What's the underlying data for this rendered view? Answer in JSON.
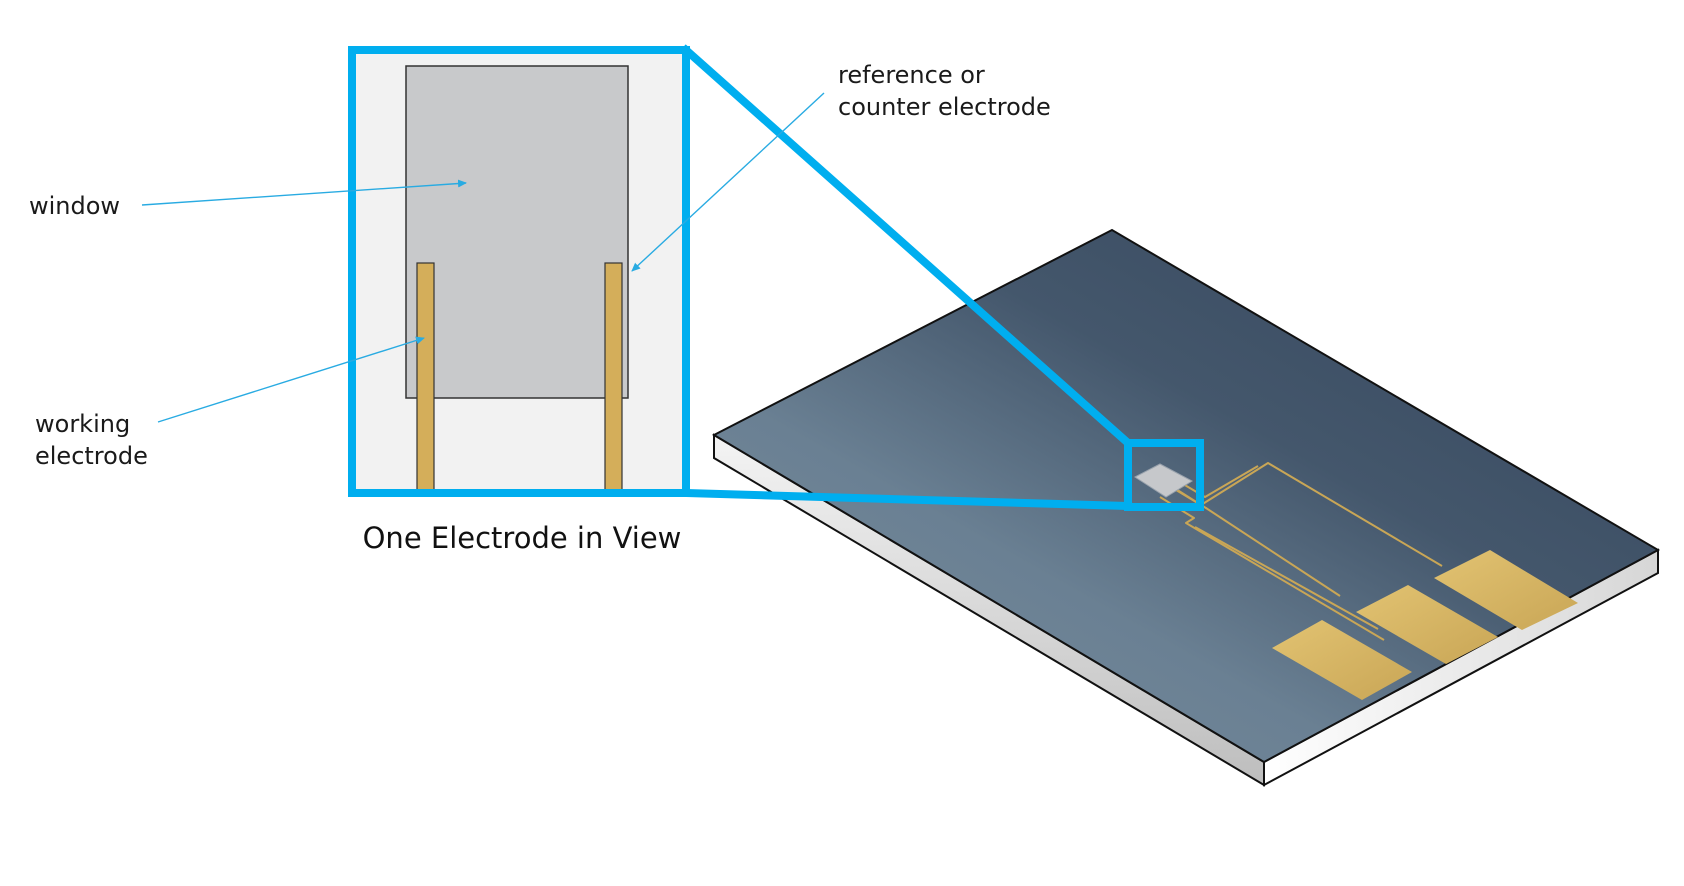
{
  "labels": {
    "window": "window",
    "reference_line1": "reference or",
    "reference_line2": "counter electrode",
    "working_line1": "working",
    "working_line2": "electrode"
  },
  "caption": "One Electrode in View",
  "colors": {
    "highlight": "#00aeef",
    "pointer": "#29abe2",
    "window_fill": "#c8c9cb",
    "inset_background": "#f2f2f2",
    "electrode_gold": "#d4ae5a",
    "chip_top_dark": "#34465c",
    "chip_top_light": "#6c8296",
    "chip_edge": "#e6e6e6"
  },
  "icons": {
    "chip": "sensor-chip-illustration",
    "pointer": "arrow-pointer"
  }
}
